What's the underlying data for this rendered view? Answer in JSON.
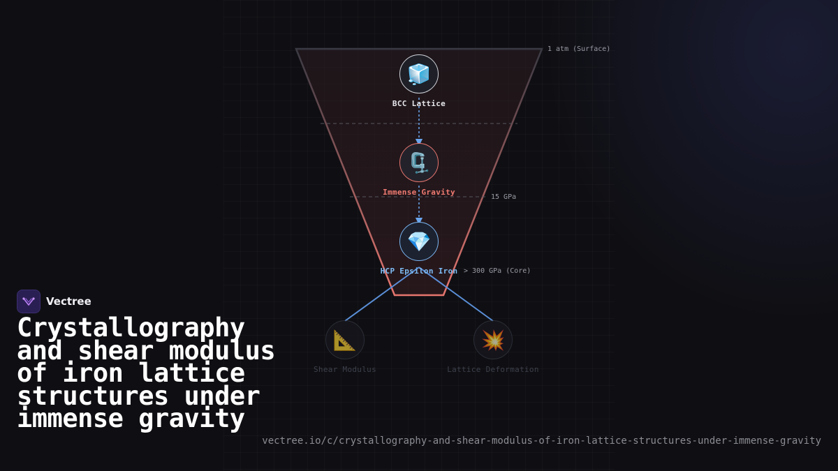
{
  "brand": {
    "name": "Vectree",
    "logo_icon": "vectree-logo-icon",
    "logo_color": "#b57cf0"
  },
  "title": "Crystallography and shear modulus of iron lattice structures under immense gravity",
  "url": "vectree.io/c/crystallography-and-shear-modulus-of-iron-lattice-structures-under-immense-gravity",
  "colors": {
    "accent_red": "#e8766f",
    "accent_blue": "#79b6f2",
    "connector_blue": "#5b8fd8",
    "text_light": "#e6e6ea"
  },
  "pressure_scale": {
    "top": "1 atm (Surface)",
    "middle": "15 GPa",
    "bottom": "> 300 GPa (Core)"
  },
  "nodes": {
    "bcc": {
      "label": "BCC Lattice",
      "icon": "ice-cube-icon",
      "glyph": "🧊"
    },
    "gravity": {
      "label": "Immense Gravity",
      "icon": "clamp-icon",
      "glyph": "🗜️"
    },
    "hcp": {
      "label": "HCP Epsilon Iron",
      "icon": "gem-icon",
      "glyph": "💎"
    },
    "shear": {
      "label": "Shear Modulus",
      "icon": "triangular-ruler-icon",
      "glyph": "📐"
    },
    "deformation": {
      "label": "Lattice Deformation",
      "icon": "collision-icon",
      "glyph": "💥"
    }
  }
}
